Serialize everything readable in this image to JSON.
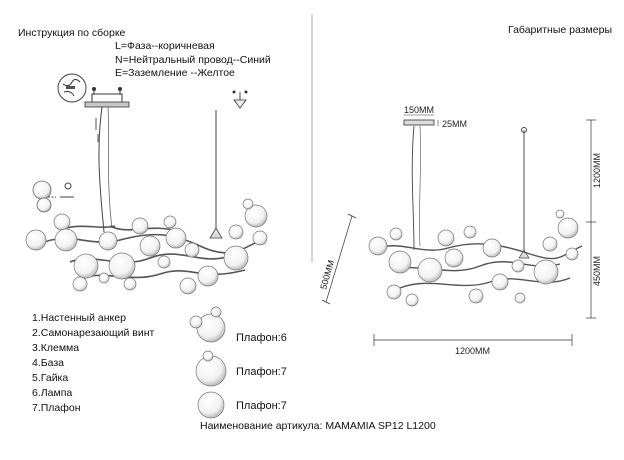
{
  "titles": {
    "assembly": "Инструкция по сборке",
    "dimensions": "Габаритные размеры"
  },
  "wiring": [
    "L=Фаза--коричневая",
    "N=Нейтральный провод--Синий",
    "E=Заземление --Желтое"
  ],
  "parts": [
    "1.Настенный анкер",
    "2.Самонарезающий винт",
    "3.Клемма",
    "4.База",
    "5.Гайка",
    "6.Лампа",
    "7.Плафон"
  ],
  "shades": [
    {
      "label": "Плафон:6",
      "icon": "triple-bubble-shade-icon"
    },
    {
      "label": "Плафон:7",
      "icon": "double-bubble-shade-icon"
    },
    {
      "label": "Плафон:7",
      "icon": "single-bubble-shade-icon"
    }
  ],
  "dimensions": {
    "canopy_width": "150MM",
    "canopy_height": "25MM",
    "max_height": "1200MM",
    "body_height": "450MM",
    "depth": "500MM",
    "width": "1200MM"
  },
  "footer": "Наименование артикула: MAMAMIA SP12 L1200"
}
